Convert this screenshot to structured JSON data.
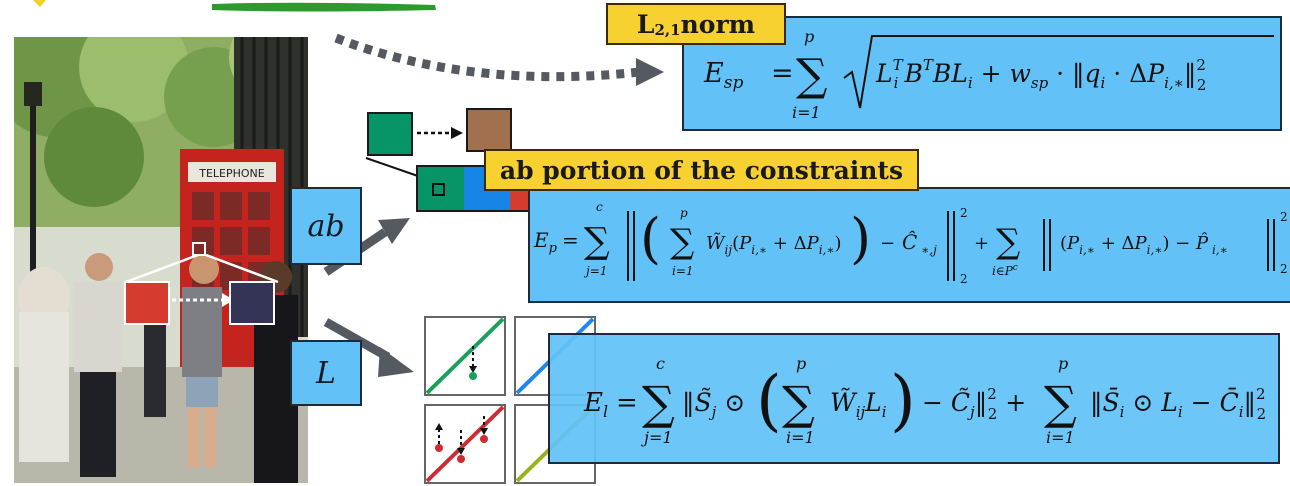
{
  "labels": {
    "l21_main": "L",
    "l21_sub": "2,1",
    "l21_rest": " norm",
    "ab_portion": "ab portion of the constraints",
    "channel_ab": "ab",
    "channel_l": "L"
  },
  "equations": {
    "esp": {
      "lhs": "E",
      "lhs_sub": "sp",
      "sum_top": "p",
      "sum_bottom": "i=1",
      "body": "L_i^T B^T B L_i + w_sp · ||q_i · ΔP_i,*||_2^2"
    },
    "ep": {
      "lhs": "E",
      "lhs_sub": "p",
      "outer_top": "c",
      "outer_bottom": "j=1",
      "inner_top": "p",
      "inner_bottom": "i=1",
      "term1": "W̃_ij(P_i,* + ΔP_i,*)",
      "term2": "Ĉ_*,j",
      "second_bottom": "i∈P^c",
      "term3": "(P_i,* + ΔP_i,*) − P̂_i,*",
      "norm_sub": "2",
      "norm_sup": "2"
    },
    "el": {
      "lhs": "E",
      "lhs_sub": "l",
      "outer_top": "c",
      "outer_bottom": "j=1",
      "inner_top": "p",
      "inner_bottom": "i=1",
      "second_top": "p",
      "second_bottom": "i=1"
    }
  },
  "colors": {
    "box_blue": "#62c2f7",
    "label_yellow": "#f6d12f",
    "swatch_green": "#079467",
    "swatch_brown": "#a0704f",
    "swatch_red": "#d63b2f",
    "swatch_navy": "#343456",
    "bar_blue": "#1684e6",
    "curve_green": "#1aa05a",
    "curve_blue": "#1f86ef",
    "curve_red": "#cc2b33",
    "curve_olive": "#96b418",
    "arrow_gray": "#555a60"
  }
}
